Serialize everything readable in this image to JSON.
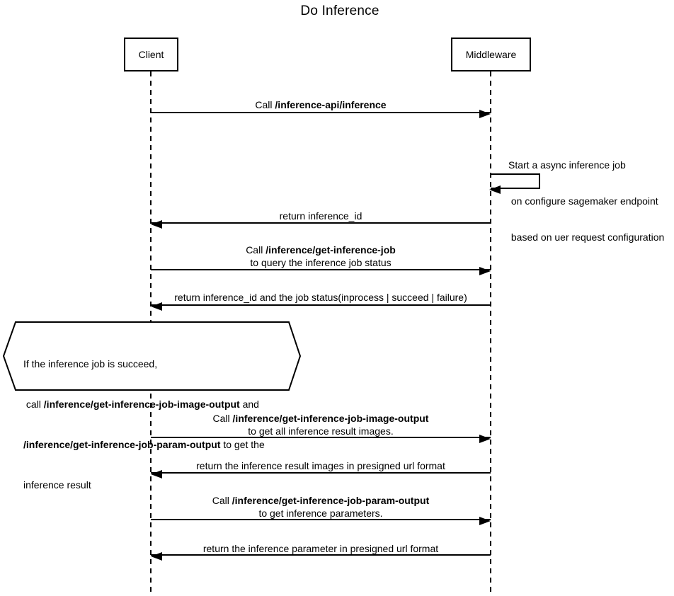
{
  "title": "Do Inference",
  "actors": {
    "client": "Client",
    "middleware": "Middleware"
  },
  "messages": {
    "call_inference": {
      "pre": "Call ",
      "path": "/inference-api/inference"
    },
    "start_job_note": {
      "line1": "Start a async inference job",
      "line2": " on configure sagemaker endpoint",
      "line3": " based on uer request configuration"
    },
    "return_inference_id": "return inference_id",
    "call_get_job": {
      "pre": "Call ",
      "path": "/inference/get-inference-job",
      "line2": "to query the inference job status"
    },
    "return_job_status": "return inference_id and the job status(inprocess | succeed | failure)",
    "call_image_output": {
      "pre": "Call ",
      "path": "/inference/get-inference-job-image-output",
      "line2": "to get all inference result images."
    },
    "return_images": "return the inference result images in presigned url format",
    "call_param_output": {
      "pre": "Call ",
      "path": "/inference/get-inference-job-param-output",
      "line2": "to get inference parameters."
    },
    "return_params": "return the inference parameter in presigned url format"
  },
  "condition_note": {
    "line1": "If the inference job is succeed,",
    "line2_pre": " call ",
    "line2_bold": "/inference/get-inference-job-image-output",
    "line2_post": " and",
    "line3_bold": "/inference/get-inference-job-param-output",
    "line3_post": " to get the",
    "line4": "inference result"
  },
  "colors": {
    "stroke": "#000000",
    "background": "#ffffff"
  }
}
